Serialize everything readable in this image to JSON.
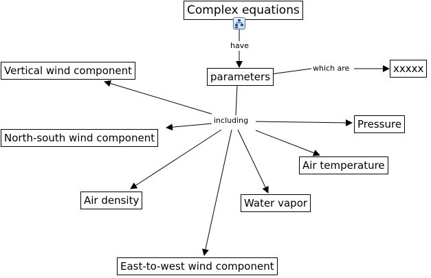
{
  "nodes": {
    "complex_equations": "Complex equations",
    "parameters": "parameters",
    "xxxxx": "xxxxx",
    "vertical_wind": "Vertical wind component",
    "north_south_wind": "North-south wind component",
    "pressure": "Pressure",
    "air_temperature": "Air temperature",
    "air_density": "Air density",
    "water_vapor": "Water vapor",
    "east_west_wind": "East-to-west wind component"
  },
  "link_labels": {
    "have": "have",
    "which_are": "which are",
    "including": "including"
  },
  "icons": {
    "submap": "submap-hierarchy-icon"
  },
  "colors": {
    "line": "#000000",
    "icon_border": "#4a7ab8"
  }
}
